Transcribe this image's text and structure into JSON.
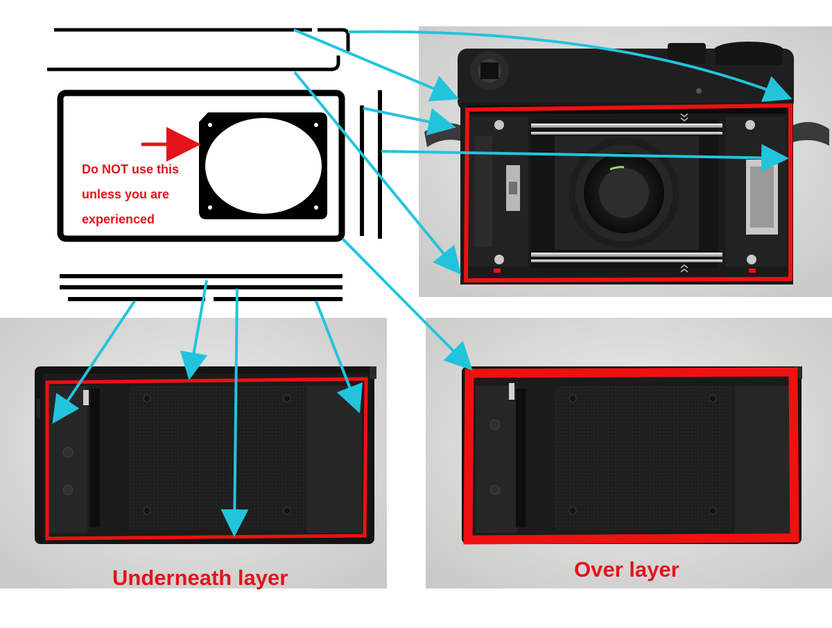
{
  "warning": {
    "line1": "Do NOT use this",
    "line2": "unless you are",
    "line3": "experienced"
  },
  "captions": {
    "underneath": "Underneath layer",
    "over": "Over layer"
  },
  "colors": {
    "outline": "#000000",
    "highlight": "#ee1111",
    "arrow": "#22c4dc",
    "background": "#ffffff",
    "photo_backdrop": "#dcdcda",
    "camera_body": "#1c1c1c"
  }
}
